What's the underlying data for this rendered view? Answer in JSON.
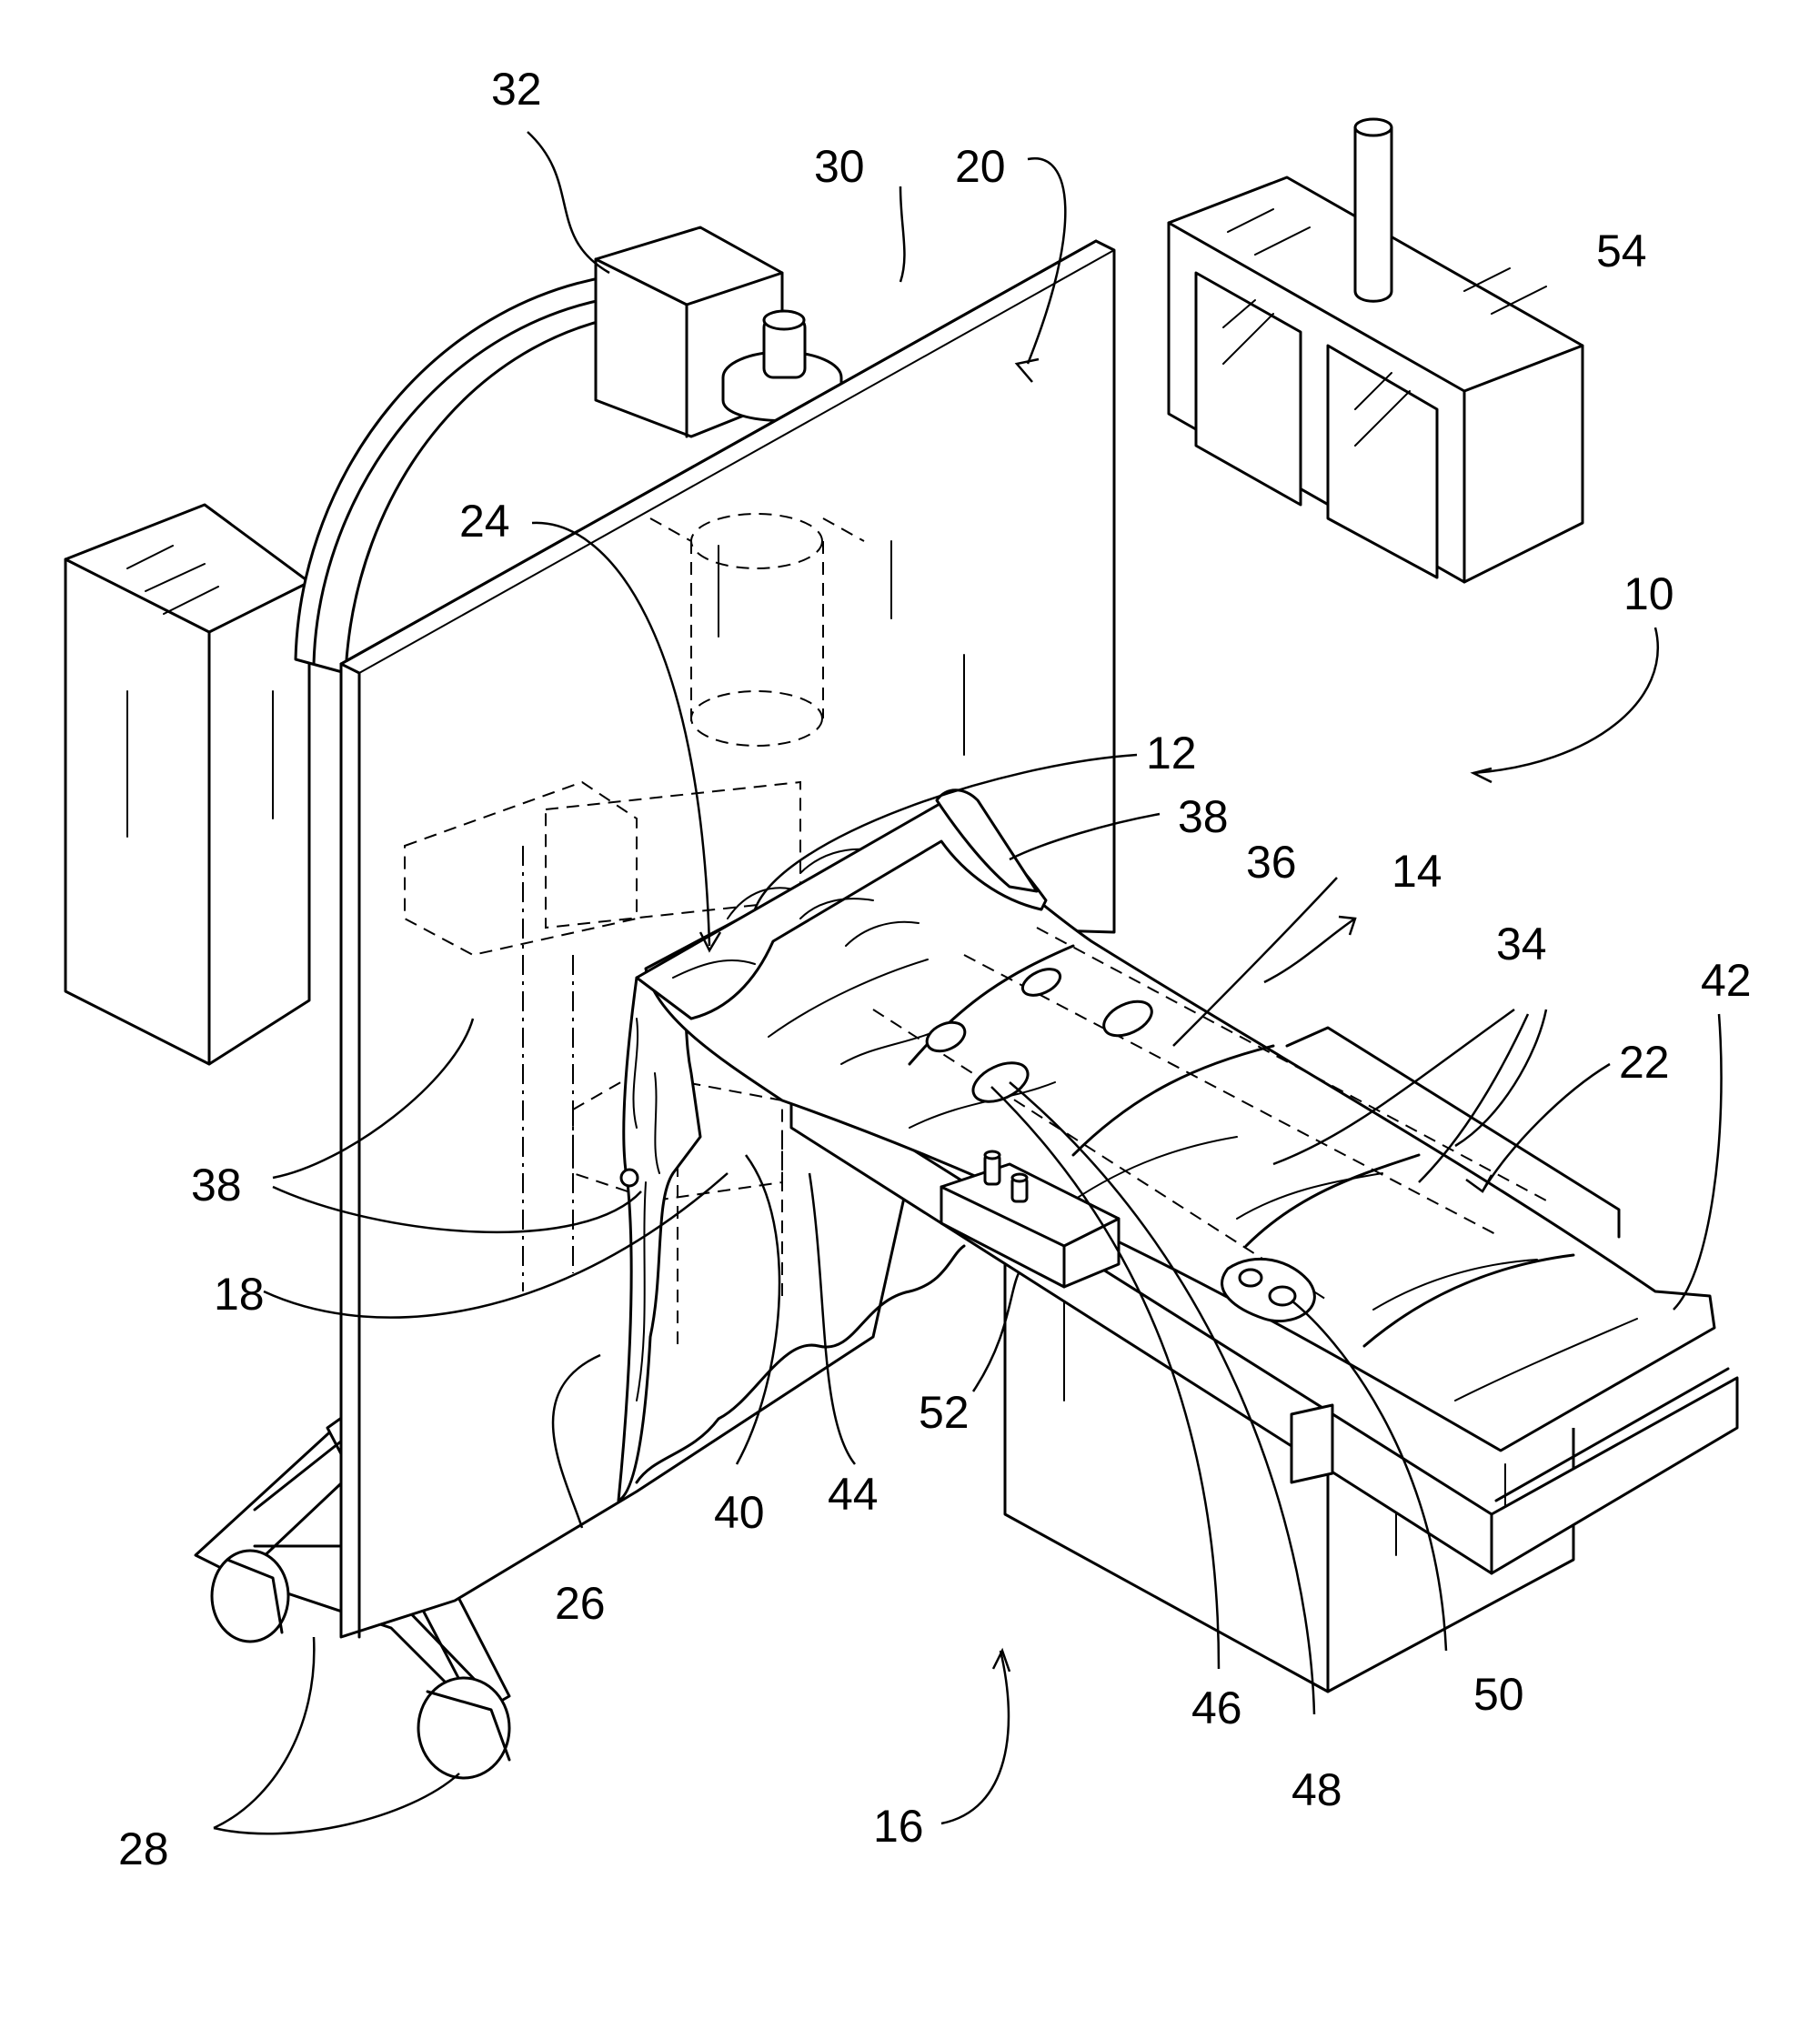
{
  "reference_numerals": {
    "n10": "10",
    "n12": "12",
    "n14": "14",
    "n16": "16",
    "n18": "18",
    "n20": "20",
    "n22": "22",
    "n24": "24",
    "n26": "26",
    "n28": "28",
    "n30": "30",
    "n32": "32",
    "n34": "34",
    "n36": "36",
    "n38_top": "38",
    "n38_left": "38",
    "n40": "40",
    "n42": "42",
    "n44": "44",
    "n46": "46",
    "n48": "48",
    "n50": "50",
    "n52": "52",
    "n54": "54"
  }
}
